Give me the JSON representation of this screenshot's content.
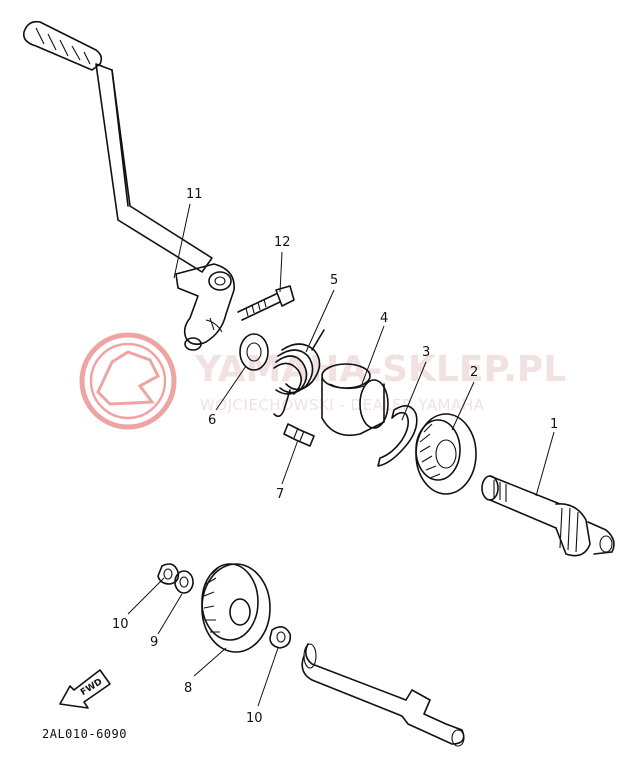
{
  "diagram": {
    "callouts": {
      "p1": "1",
      "p2": "2",
      "p3": "3",
      "p4": "4",
      "p5": "5",
      "p6": "6",
      "p7": "7",
      "p8": "8",
      "p9": "9",
      "p10a": "10",
      "p10b": "10",
      "p11": "11",
      "p12": "12"
    },
    "fwd_label": "FWD",
    "diagram_code": "2AL010-6090"
  },
  "watermark": {
    "main": "YAMAHA-SKLEP.PL",
    "sub": "WOJCIECHOWSKI - DEALER YAMAHA",
    "colors": {
      "logo": "#e35b5b",
      "text": "#e7c9c9"
    }
  }
}
